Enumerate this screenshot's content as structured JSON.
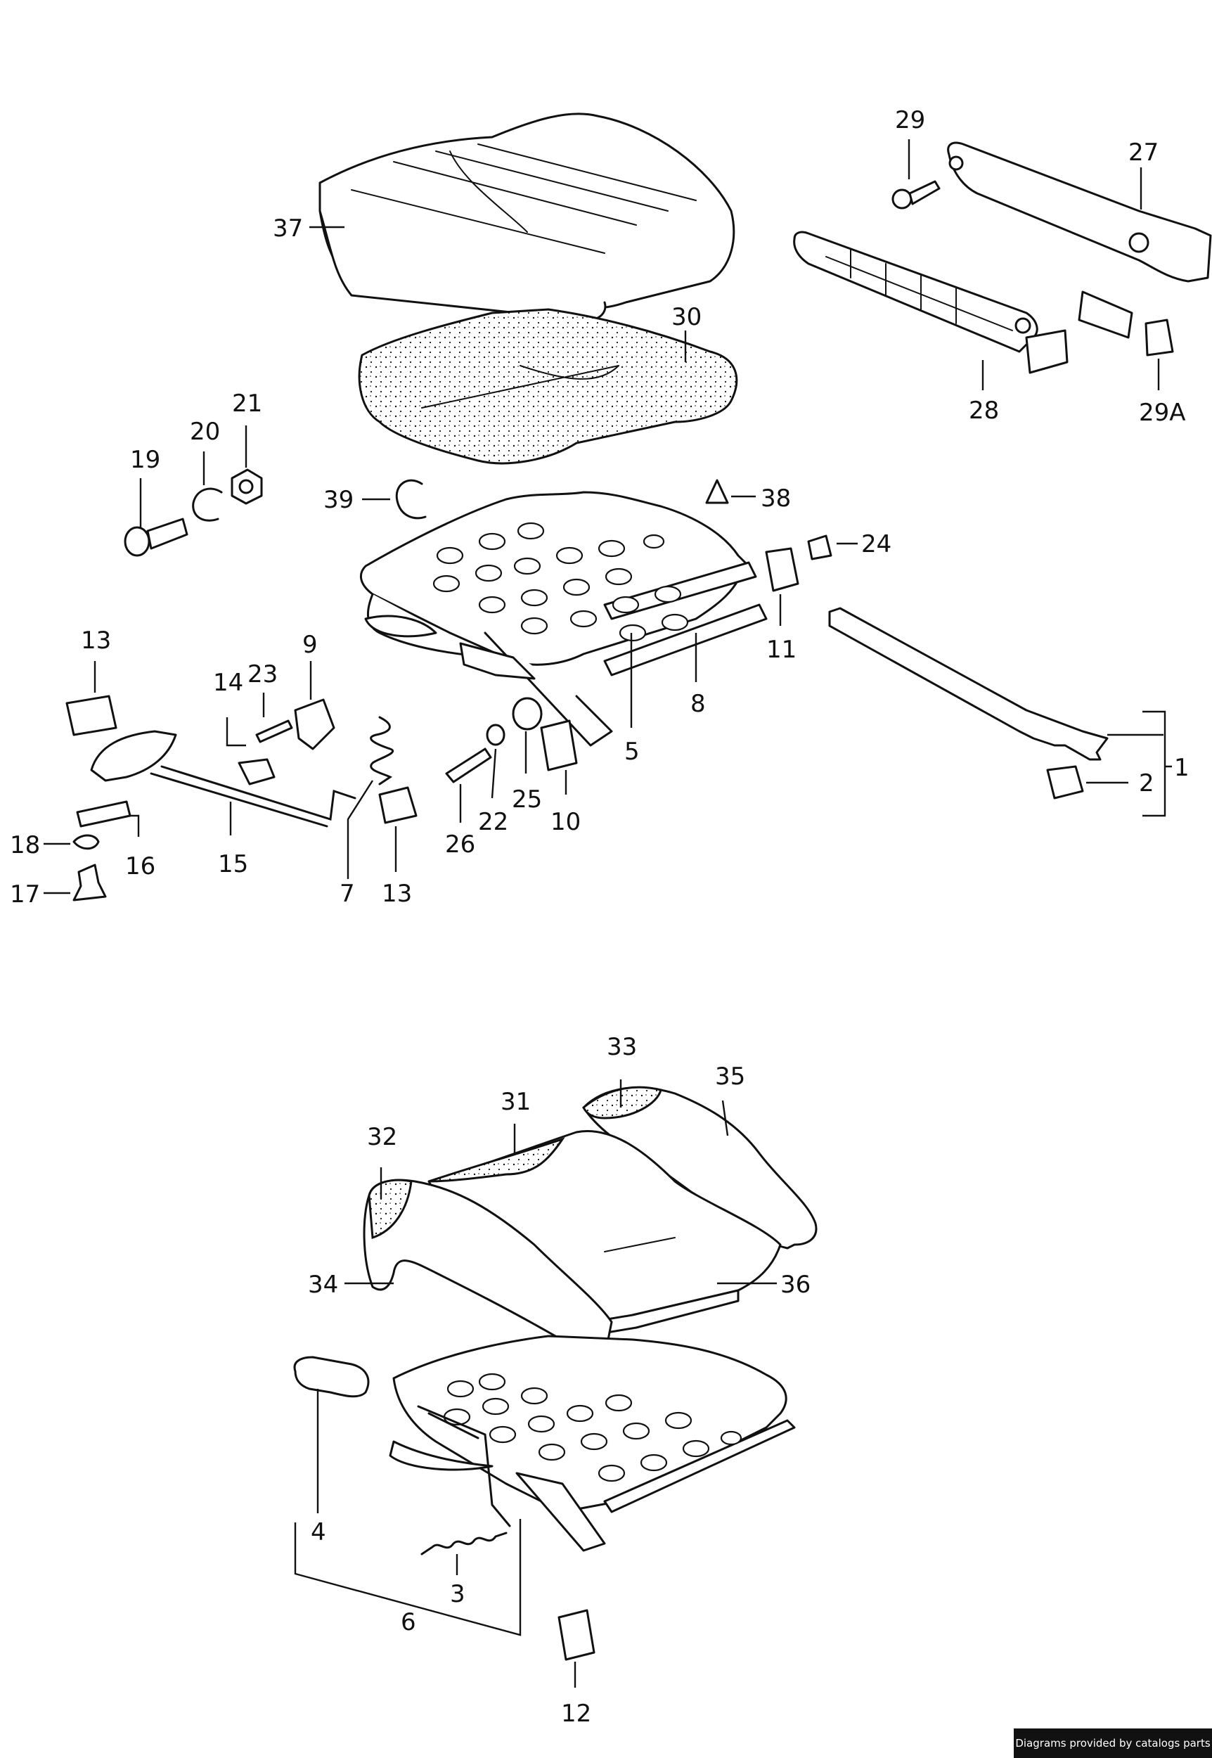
{
  "labels": {
    "l37": "37",
    "l30": "30",
    "l29": "29",
    "l27": "27",
    "l28": "28",
    "l29a": "29A",
    "l19": "19",
    "l20": "20",
    "l21": "21",
    "l39": "39",
    "l38": "38",
    "l24": "24",
    "l11": "11",
    "l8": "8",
    "l5": "5",
    "l1": "1",
    "l2": "2",
    "l13a": "13",
    "l14": "14",
    "l23": "23",
    "l9": "9",
    "l16": "16",
    "l15": "15",
    "l18": "18",
    "l17": "17",
    "l7": "7",
    "l13b": "13",
    "l26": "26",
    "l22": "22",
    "l25": "25",
    "l10": "10",
    "l33": "33",
    "l35": "35",
    "l31": "31",
    "l32": "32",
    "l34": "34",
    "l36": "36",
    "l4": "4",
    "l3": "3",
    "l6": "6",
    "l12": "12"
  },
  "credit": "Diagrams provided by catalogs parts"
}
